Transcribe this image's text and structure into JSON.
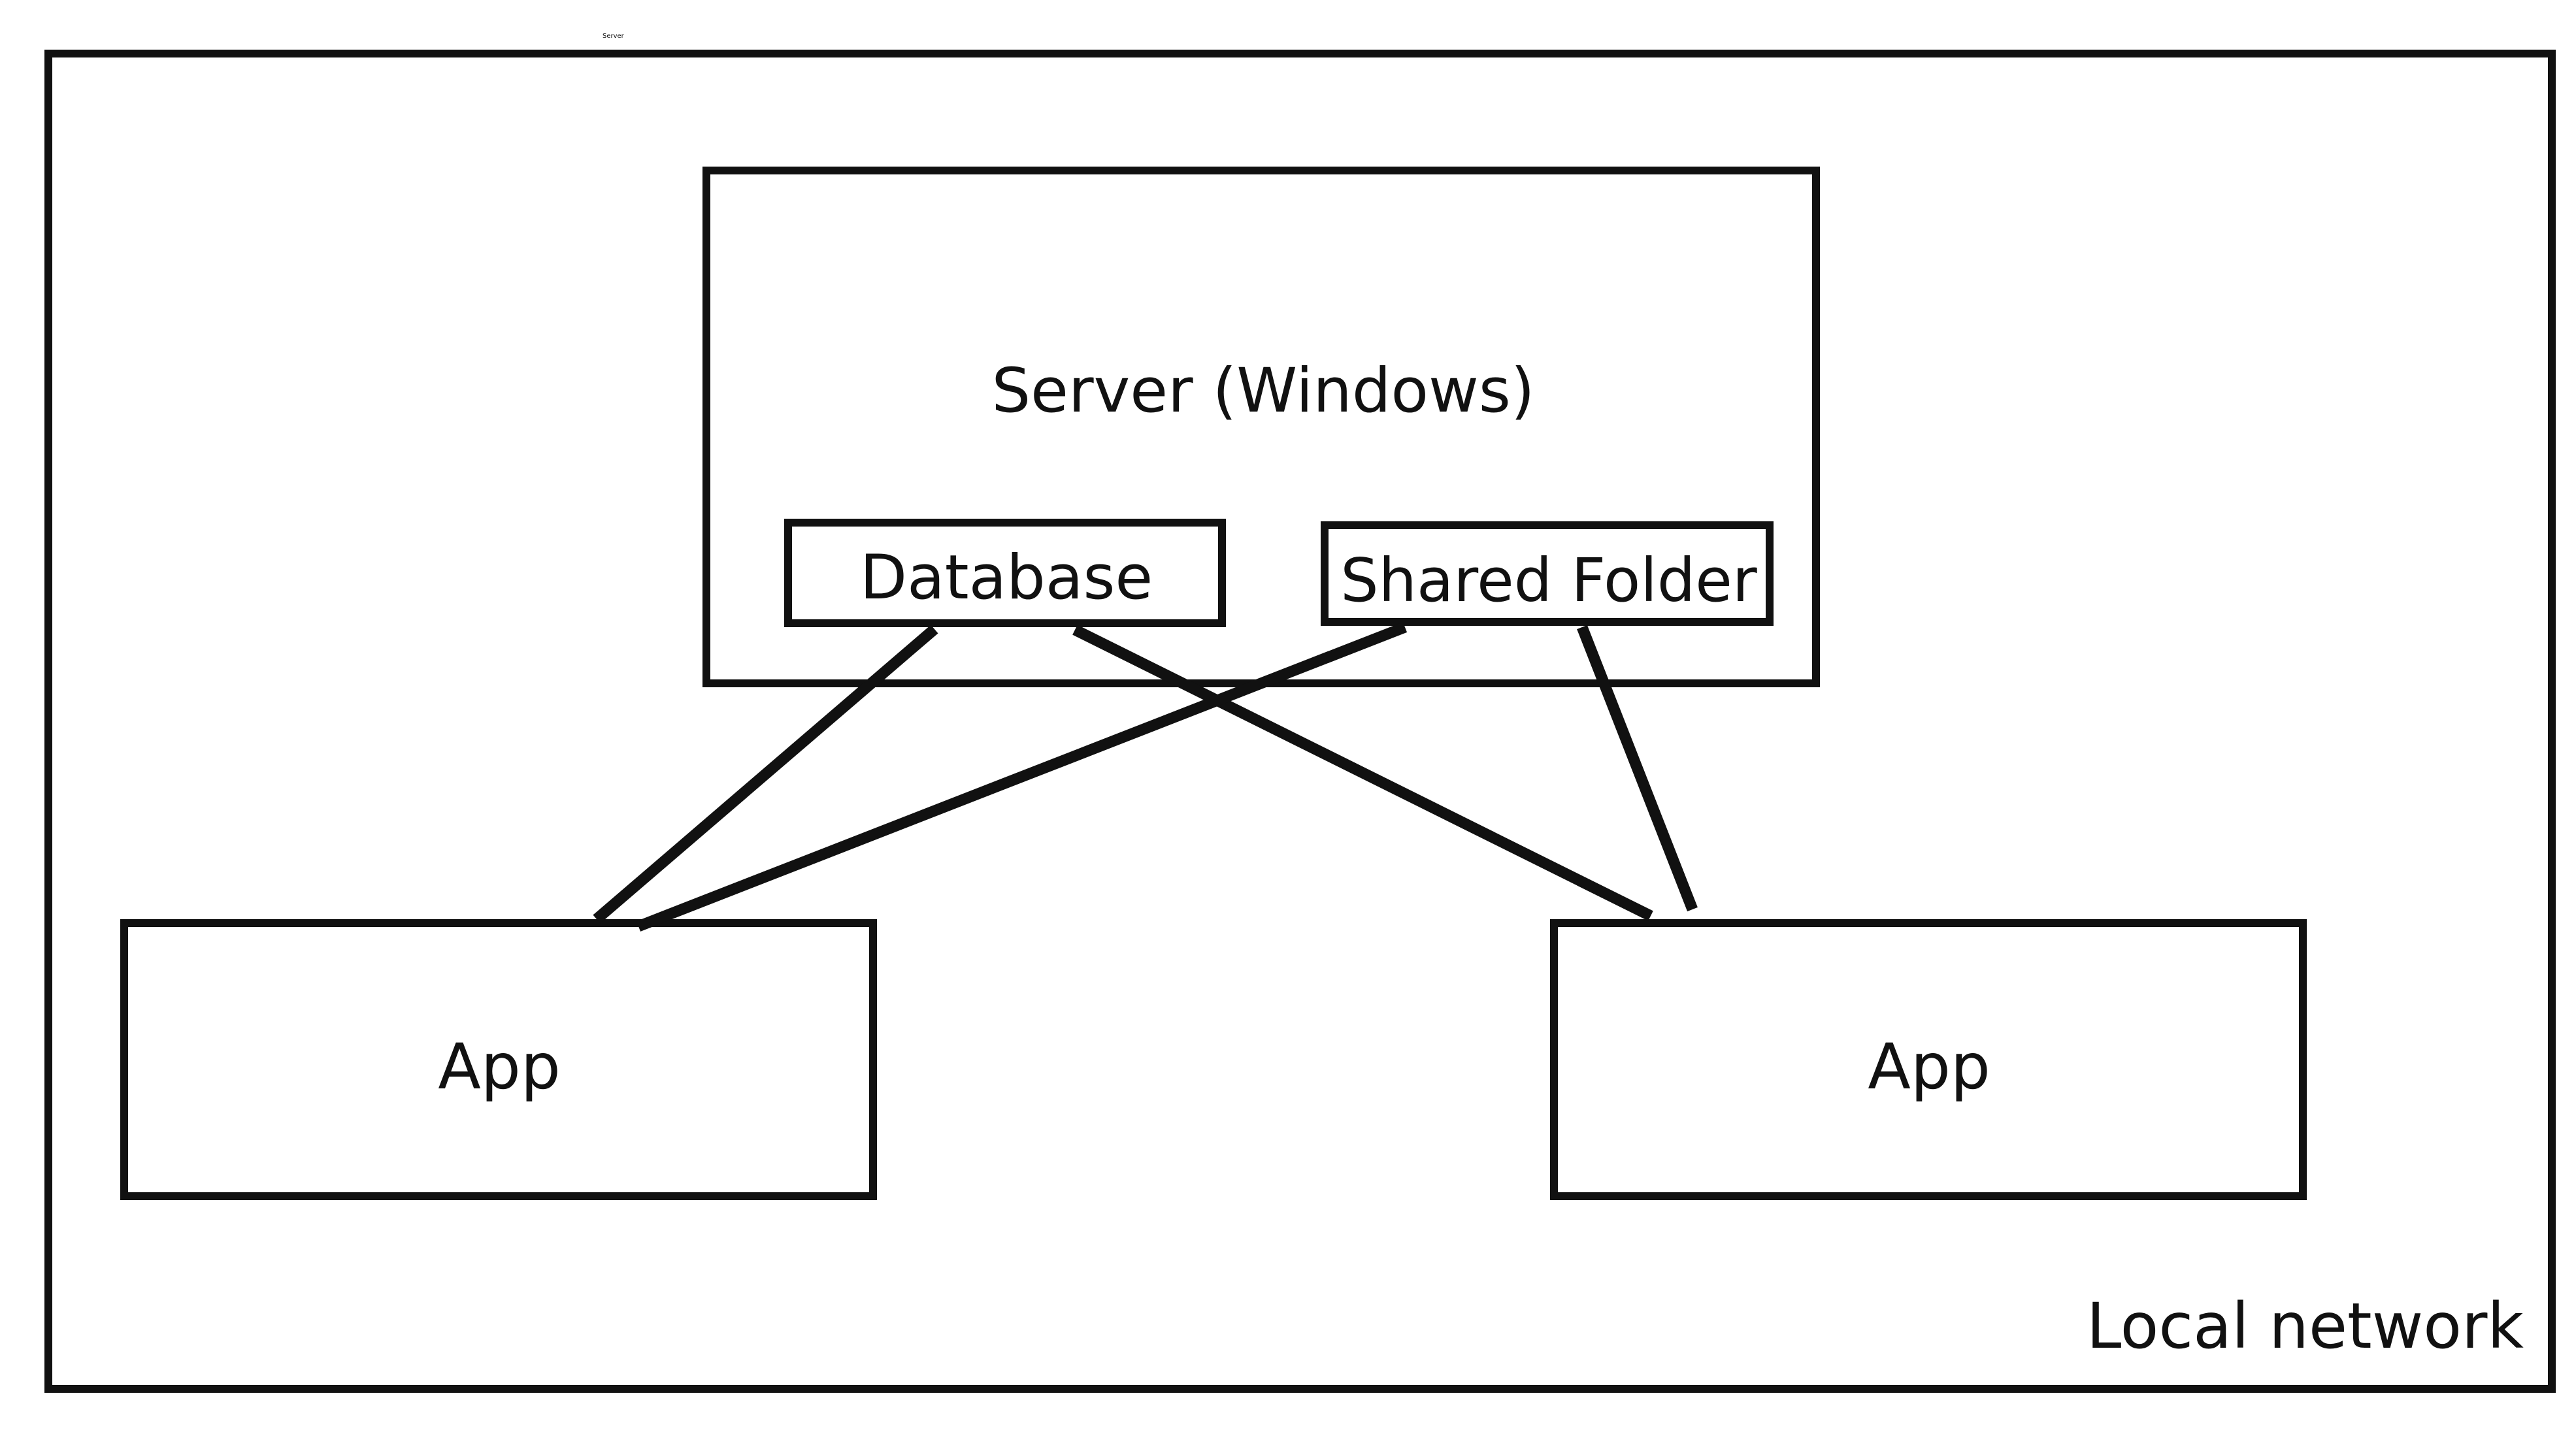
{
  "diagram": {
    "caption": "Server",
    "network_label": "Local network",
    "server_label": "Server (Windows)",
    "database_label": "Database",
    "shared_folder_label": "Shared Folder",
    "app_left_label": "App",
    "app_right_label": "App"
  },
  "colors": {
    "stroke": "#111111",
    "background": "#ffffff"
  }
}
